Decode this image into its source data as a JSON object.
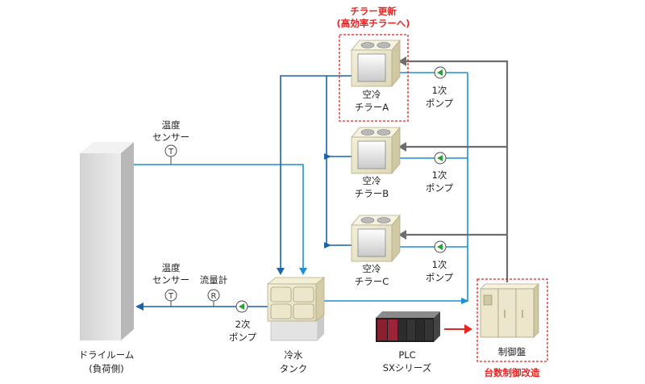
{
  "chiller_update": {
    "title": "チラー更新",
    "subtitle": "(高効率チラーへ)"
  },
  "chillers": [
    {
      "name": "空冷",
      "label": "チラーA"
    },
    {
      "name": "空冷",
      "label": "チラーB"
    },
    {
      "name": "空冷",
      "label": "チラーC"
    }
  ],
  "pumps": {
    "primary_line1": "1次",
    "primary_line2": "ポンプ",
    "secondary_line1": "2次",
    "secondary_line2": "ポンプ"
  },
  "sensors": {
    "temp_line1": "温度",
    "temp_line2": "センサー",
    "temp_symbol": "T",
    "flow_label": "流量計",
    "flow_symbol": "R"
  },
  "dry_room": {
    "line1": "ドライルーム",
    "line2": "(負荷側)"
  },
  "tank": {
    "line1": "冷水",
    "line2": "タンク"
  },
  "plc": {
    "line1": "PLC",
    "line2": "SXシリーズ"
  },
  "panel": {
    "label": "制御盤",
    "caption": "台数制御改造"
  },
  "colors": {
    "pipe": "#1e8fd2",
    "pipe_dark": "#1a64a8",
    "control": "#6e6e6e",
    "highlight": "#e52521",
    "pump": "#2e9e3a",
    "equipment": "#ece7cc"
  }
}
